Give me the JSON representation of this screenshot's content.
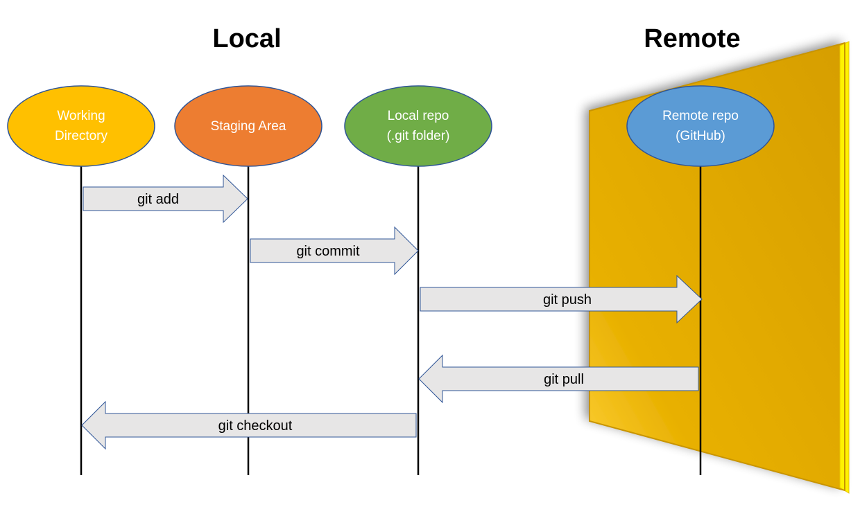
{
  "headings": {
    "local": "Local",
    "remote": "Remote"
  },
  "nodes": [
    {
      "id": "working-directory",
      "lines": [
        "Working",
        "Directory"
      ],
      "color": "#FFC000"
    },
    {
      "id": "staging-area",
      "lines": [
        "Staging Area"
      ],
      "color": "#ED7D31"
    },
    {
      "id": "local-repo",
      "lines": [
        "Local repo",
        "(.git folder)"
      ],
      "color": "#70AD47"
    },
    {
      "id": "remote-repo",
      "lines": [
        "Remote repo",
        "(GitHub)"
      ],
      "color": "#5B9BD5"
    }
  ],
  "commands": [
    {
      "label": "git add",
      "from": "working-directory",
      "to": "staging-area"
    },
    {
      "label": "git commit",
      "from": "staging-area",
      "to": "local-repo"
    },
    {
      "label": "git push",
      "from": "local-repo",
      "to": "remote-repo"
    },
    {
      "label": "git pull",
      "from": "remote-repo",
      "to": "local-repo"
    },
    {
      "label": "git checkout",
      "from": "local-repo",
      "to": "working-directory"
    }
  ],
  "colors": {
    "arrow_fill": "#E7E6E6",
    "arrow_stroke": "#2F5597",
    "remote_panel": "#DBA300",
    "remote_panel_edge": "#FFFF00"
  }
}
